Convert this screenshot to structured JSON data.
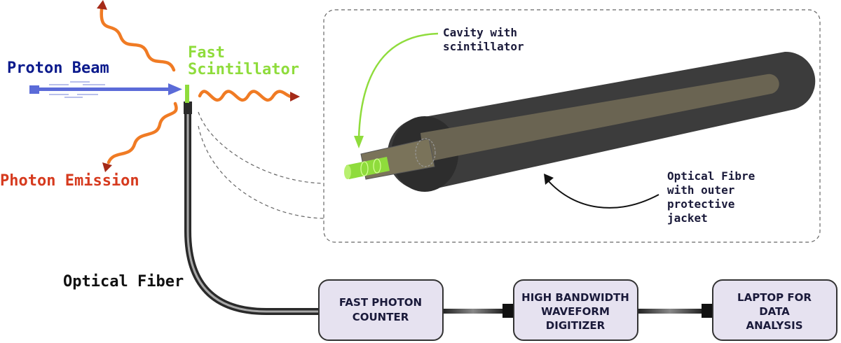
{
  "labels": {
    "proton_beam": "Proton Beam",
    "photon_emission": "Photon Emission",
    "fast_scintillator_line1": "Fast",
    "fast_scintillator_line2": "Scintillator",
    "optical_fiber": "Optical Fiber",
    "cavity_line1": "Cavity with",
    "cavity_line2": "scintillator",
    "fibre_line1": "Optical Fibre",
    "fibre_line2": "with outer",
    "fibre_line3": "protective",
    "fibre_line4": "jacket"
  },
  "boxes": {
    "photon_counter": [
      "FAST PHOTON",
      "COUNTER"
    ],
    "digitizer": [
      "HIGH BANDWIDTH",
      "WAVEFORM",
      "DIGITIZER"
    ],
    "laptop": [
      "LAPTOP FOR",
      "DATA",
      "ANALYSIS"
    ]
  },
  "colors": {
    "proton": "#0b1a8c",
    "beam": "#5b6bd8",
    "photon_label": "#d63a1e",
    "photon_wave": "#f07b24",
    "arrow_head": "#a52a18",
    "scintillator": "#8fdc3c",
    "box_fill": "#e6e2f0",
    "box_stroke": "#333333",
    "dark_text": "#1a1a3a",
    "fibre_jacket": "#3a3a3a"
  }
}
